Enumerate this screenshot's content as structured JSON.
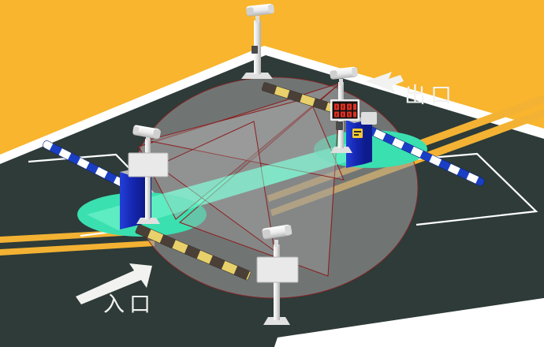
{
  "scene": {
    "title": "Parking Lot Entrance and Exit Barrier Gate System Diagram",
    "type": "isometric-illustration"
  },
  "labels": {
    "exit": {
      "text": "出口",
      "meaning": "Exit",
      "arrow": "arrow-pointing-upper-left",
      "color": "#f2f2f0"
    },
    "entrance": {
      "text": "入口",
      "meaning": "Entrance",
      "arrow": "arrow-pointing-upper-right",
      "color": "#f2f2f0"
    }
  },
  "colors": {
    "background_orange": "#f8b52d",
    "road_asphalt": "#2e3b38",
    "road_edge_line": "#ffffff",
    "center_line_yellow": "#f3b233",
    "platform_mint": "#3ae0b0",
    "detection_beam_mint": "#7cf5d2",
    "detection_cone_gray": "#9a9a9a",
    "detection_cone_outline_red": "#8b2020",
    "barrier_arm_blue": "#1a3fc4",
    "barrier_arm_white": "#ffffff",
    "barrier_arm_yellow": "#e8d06a",
    "barrier_arm_dark": "#4a4038",
    "gate_cabinet_blue": "#1a2fc0",
    "gate_cabinet_cap": "#c8c8c8",
    "gate_cabinet_badge": "#f2c832",
    "camera_body": "#efefef",
    "camera_shadow": "#b8b8b8",
    "pole_gray": "#d8d8d8",
    "sign_board": "#e8e8e8",
    "led_panel_frame": "#1a1a1a",
    "led_panel_text": "#e03020"
  },
  "equipment": {
    "cameras": [
      {
        "name": "top-pole-camera",
        "position": "top-center-background",
        "mounted_on": "tall-white-pole",
        "facing": "left-down"
      },
      {
        "name": "entrance-lane-camera",
        "position": "left-middle",
        "mounted_on": "pole-with-sign-board",
        "facing": "right"
      },
      {
        "name": "exit-lane-camera",
        "position": "right-upper",
        "mounted_on": "pole-with-led-display",
        "facing": "left"
      },
      {
        "name": "foreground-camera",
        "position": "bottom-center",
        "mounted_on": "pole-with-sign-board",
        "facing": "up-left"
      }
    ],
    "barrier_gates": [
      {
        "name": "entrance-barrier-gate",
        "position": "left",
        "cabinet_color": "blue",
        "arm_style": "blue-white-striped",
        "arm_direction": "upper-left",
        "state": "lowered"
      },
      {
        "name": "exit-barrier-gate",
        "position": "right",
        "cabinet_color": "blue",
        "arm_style": "blue-white-striped",
        "arm_direction": "lower-right",
        "state": "lowered",
        "has_badge": true
      },
      {
        "name": "upper-striped-barrier",
        "arm_style": "yellow-black-striped",
        "arm_direction": "upper-right"
      },
      {
        "name": "lower-striped-barrier",
        "arm_style": "yellow-black-striped",
        "arm_direction": "lower-right"
      }
    ],
    "led_display": {
      "name": "led-info-display",
      "position": "right-upper",
      "screen_color": "red-on-black",
      "text": "",
      "rows": 2
    },
    "sign_boards": [
      {
        "name": "left-sign-board",
        "text": ""
      },
      {
        "name": "foreground-sign-board",
        "text": ""
      }
    ]
  },
  "road_markings": {
    "center_lines": "double-yellow-solid",
    "edge_lines": "white-solid",
    "parking_spaces": [
      {
        "name": "left-parking-space-outline"
      },
      {
        "name": "right-parking-space-outline"
      }
    ]
  },
  "detection": {
    "beams": [
      {
        "name": "mint-detection-beam",
        "color": "#7cf5d2",
        "shape": "wide-band"
      },
      {
        "name": "gray-coverage-cone",
        "color": "#9a9a9a",
        "shape": "circular-sector"
      }
    ],
    "outline_color": "#8b2020"
  }
}
